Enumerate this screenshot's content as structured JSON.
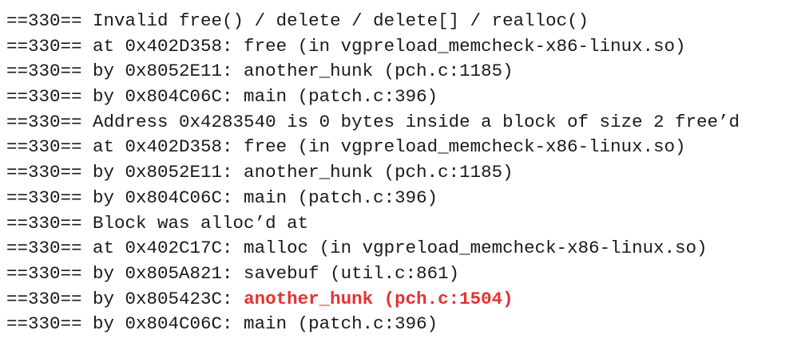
{
  "log": {
    "lines": [
      {
        "prefix": "==330==",
        "text": "Invalid free() / delete / delete[] / realloc()",
        "highlight": ""
      },
      {
        "prefix": "==330==",
        "text": "at 0x402D358: free (in vgpreload_memcheck-x86-linux.so)",
        "highlight": ""
      },
      {
        "prefix": "==330==",
        "text": "by 0x8052E11: another_hunk (pch.c:1185)",
        "highlight": ""
      },
      {
        "prefix": "==330==",
        "text": "by 0x804C06C: main (patch.c:396)",
        "highlight": ""
      },
      {
        "prefix": "==330==",
        "text": "Address 0x4283540 is 0 bytes inside a block of size 2 free’d",
        "highlight": ""
      },
      {
        "prefix": "==330==",
        "text": "at 0x402D358: free (in vgpreload_memcheck-x86-linux.so)",
        "highlight": ""
      },
      {
        "prefix": "==330==",
        "text": "by 0x8052E11: another_hunk (pch.c:1185)",
        "highlight": ""
      },
      {
        "prefix": "==330==",
        "text": "by 0x804C06C: main (patch.c:396)",
        "highlight": ""
      },
      {
        "prefix": "==330==",
        "text": "Block was alloc’d at",
        "highlight": ""
      },
      {
        "prefix": "==330==",
        "text": "at 0x402C17C: malloc (in vgpreload_memcheck-x86-linux.so)",
        "highlight": ""
      },
      {
        "prefix": "==330==",
        "text": "by 0x805A821: savebuf (util.c:861)",
        "highlight": ""
      },
      {
        "prefix": "==330==",
        "text": "by 0x805423C: ",
        "highlight": "another_hunk (pch.c:1504)"
      },
      {
        "prefix": "==330==",
        "text": "by 0x804C06C: main (patch.c:396)",
        "highlight": ""
      }
    ]
  },
  "colors": {
    "text": "#1a1a1a",
    "highlight": "#e8302e",
    "background": "#ffffff"
  }
}
